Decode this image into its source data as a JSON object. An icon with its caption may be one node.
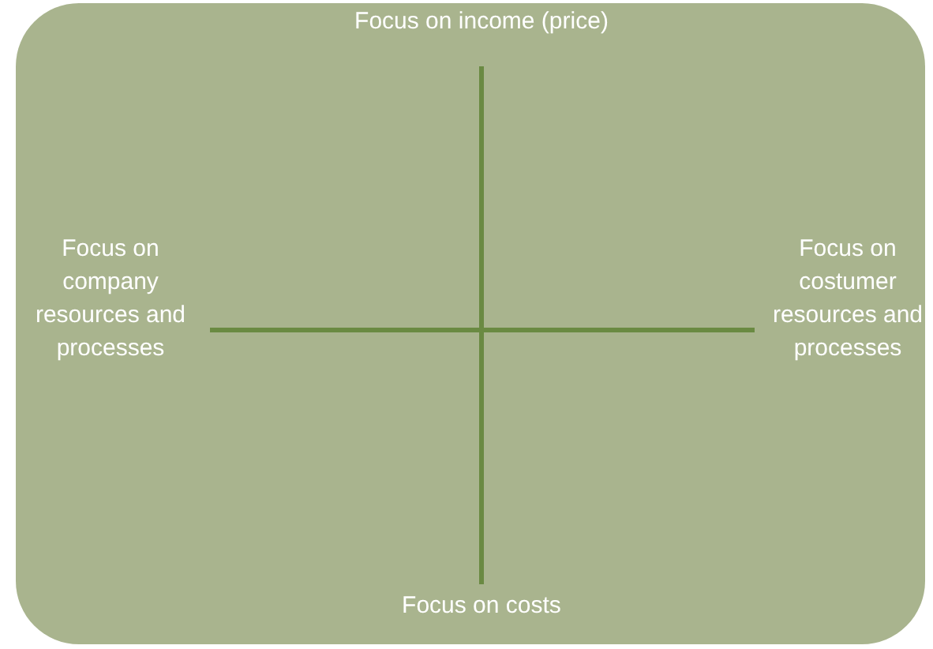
{
  "diagram": {
    "labels": [
      "Focus on income (price)",
      "Focus on company resources and processes",
      "Focus on costumer resources and processes",
      "Focus on costs"
    ]
  }
}
